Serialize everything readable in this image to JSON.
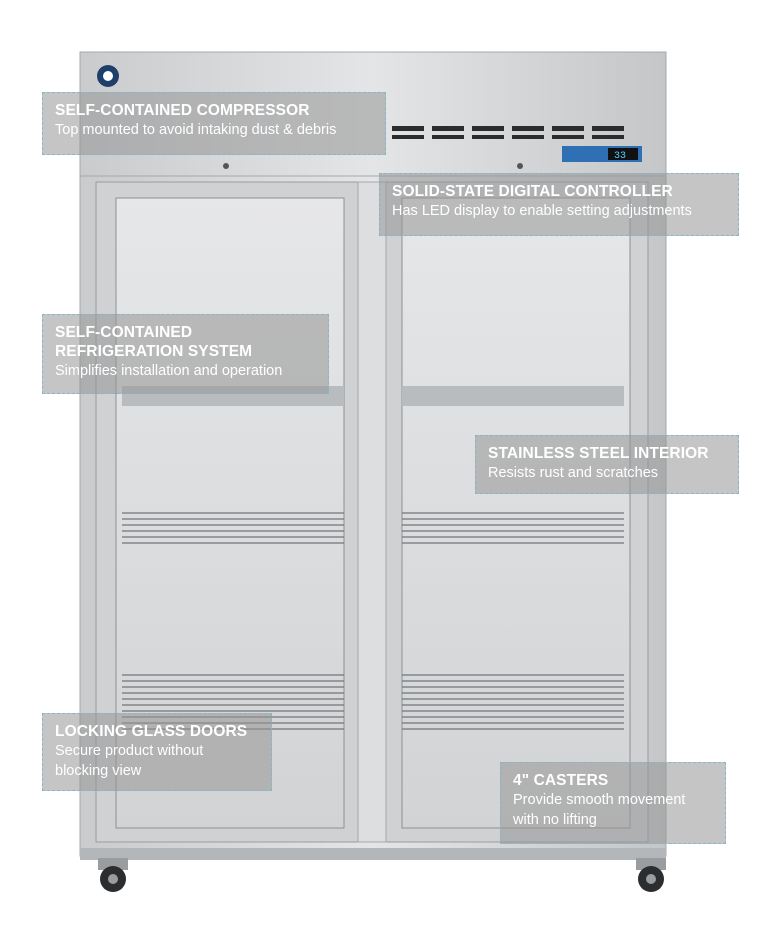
{
  "callouts": [
    {
      "title": "SELF-CONTAINED COMPRESSOR",
      "desc": "Top mounted to avoid intaking dust & debris"
    },
    {
      "title": "SOLID-STATE DIGITAL CONTROLLER",
      "desc": "Has LED display to enable setting adjustments"
    },
    {
      "title_line1": "SELF-CONTAINED",
      "title_line2": "REFRIGERATION SYSTEM",
      "desc": "Simplifies installation and operation"
    },
    {
      "title": "STAINLESS STEEL INTERIOR",
      "desc": "Resists rust and scratches"
    },
    {
      "title": "LOCKING GLASS DOORS",
      "desc_line1": "Secure product without",
      "desc_line2": "blocking view"
    },
    {
      "title": "4\" CASTERS",
      "desc_line1": "Provide smooth movement",
      "desc_line2": "with no lifting"
    }
  ],
  "controller_display": "33",
  "colors": {
    "steel": "#d6d8da",
    "steel_dark": "#a9adb0",
    "callout_bg": "#969696",
    "callout_border": "#8ab4c8",
    "controller_blue": "#2f6fb3"
  }
}
